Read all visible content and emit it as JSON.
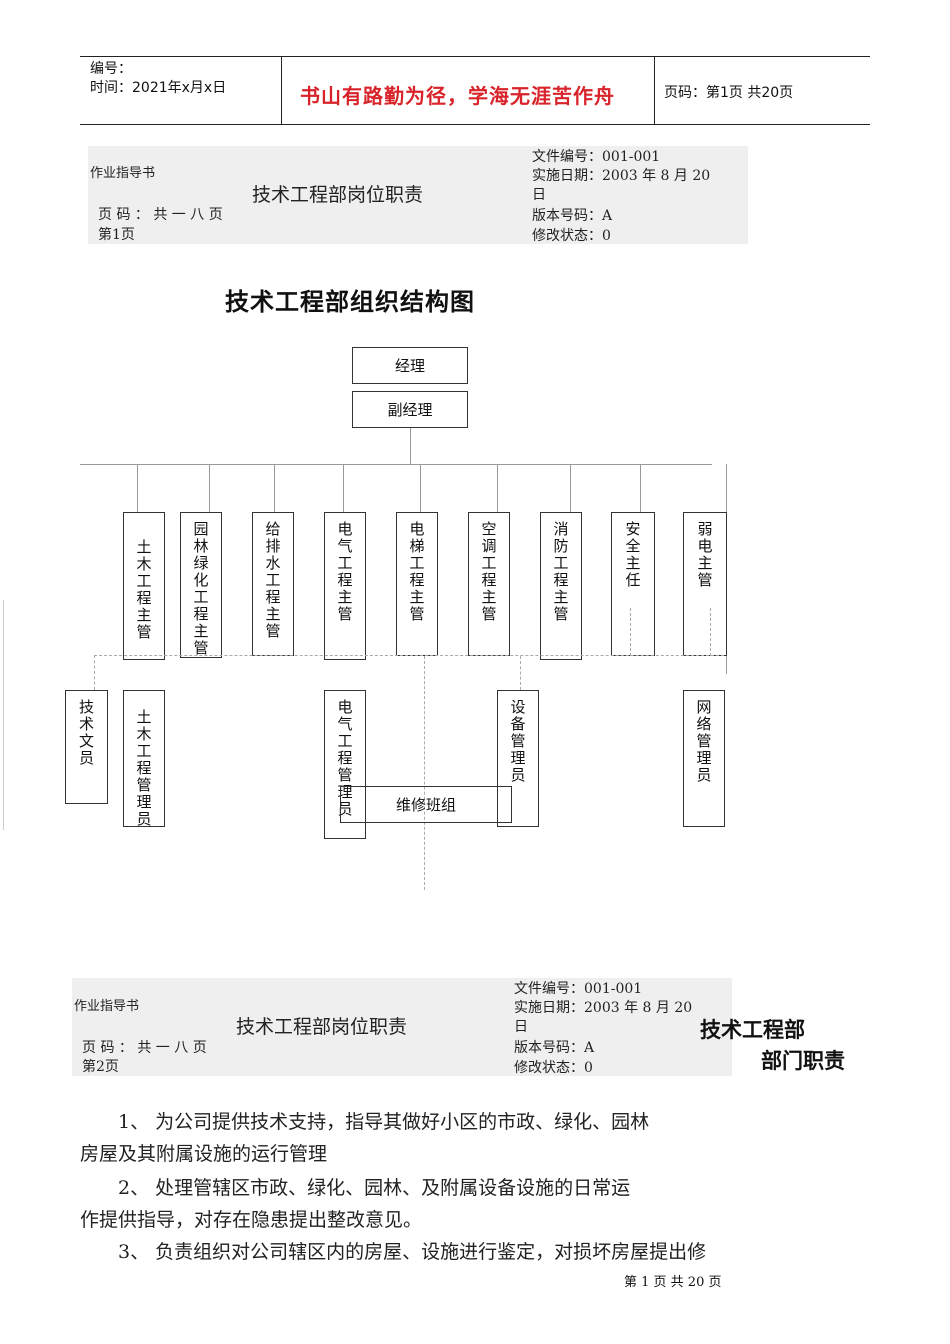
{
  "header": {
    "number_label": "编号：",
    "time": "时间：2021年x月x日",
    "motto": "书山有路勤为径，学海无涯苦作舟",
    "page": "页码：第1页  共20页"
  },
  "doc_block_1": {
    "manual": "作业指导书",
    "title": "技术工程部岗位职责",
    "page_count": "页 码 ： 共 一 八 页",
    "page_no": "第1页",
    "file_no": "文件编号：001-001",
    "date_line1": "实施日期：2003 年 8 月 20",
    "date_line2": "日",
    "version": "版本号码：A",
    "revision": "修改状态：0"
  },
  "chart_title": "技术工程部组织结构图",
  "org": {
    "manager": "经理",
    "deputy": "副经理",
    "depts": [
      "土木工程主管",
      "园林绿化工程主管",
      "给排水工程主管",
      "电气工程主管",
      "电梯工程主管",
      "空调工程主管",
      "消防工程主管",
      "安全主任",
      "弱电主管"
    ],
    "staff": [
      "技术文员",
      "土木工程管理员",
      "电气工程管理员",
      "设备管理员",
      "网络管理员"
    ],
    "team": "维修班组"
  },
  "doc_block_2": {
    "manual": "作业指导书",
    "title": "技术工程部岗位职责",
    "page_count": "页 码 ： 共 一 八 页",
    "page_no": "第2页",
    "file_no": "文件编号：001-001",
    "date_line1": "实施日期：2003 年 8 月 20",
    "date_line2": "日",
    "version": "版本号码：A",
    "revision": "修改状态：0"
  },
  "section": {
    "dept_name": "技术工程部",
    "heading": "部门职责"
  },
  "duties": [
    "1、 为公司提供技术支持，指导其做好小区的市政、绿化、园林",
    "房屋及其附属设施的运行管理",
    "2、 处理管辖区市政、绿化、园林、及附属设备设施的日常运",
    "作提供指导，对存在隐患提出整改意见。",
    "3、 负责组织对公司辖区内的房屋、设施进行鉴定，对损坏房屋提出修"
  ],
  "footer": "第 1 页 共 20 页"
}
